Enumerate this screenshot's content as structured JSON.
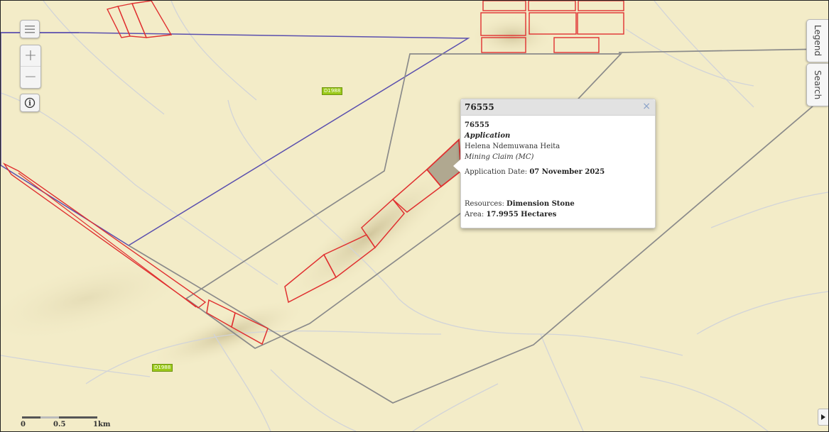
{
  "controls": {
    "menu_icon": "hamburger-icon",
    "zoom_in": "+",
    "zoom_out": "−",
    "info": "i"
  },
  "side_tabs": {
    "legend": "Legend",
    "search": "Search"
  },
  "road_labels": [
    "D1988",
    "D1988"
  ],
  "popup": {
    "title": "76555",
    "close": "×",
    "id": "76555",
    "status": "Application",
    "holder": "Helena Ndemuwana Heita",
    "type": "Mining Claim (MC)",
    "date_label": "Application Date:",
    "date_value": "07 November 2025",
    "resources_label": "Resources:",
    "resources_value": "Dimension Stone",
    "area_label": "Area:",
    "area_value": "17.9955 Hectares"
  },
  "scale": {
    "labels": [
      "0",
      "0.5",
      "1km"
    ]
  },
  "colors": {
    "map_bg": "#f3ecc8",
    "claim_outline": "#e03030",
    "selected_fill": "#b0a890",
    "purple_boundary": "#5a4fae",
    "gray_boundary": "#8a8a8a",
    "road_label_bg": "#9bc91a"
  }
}
